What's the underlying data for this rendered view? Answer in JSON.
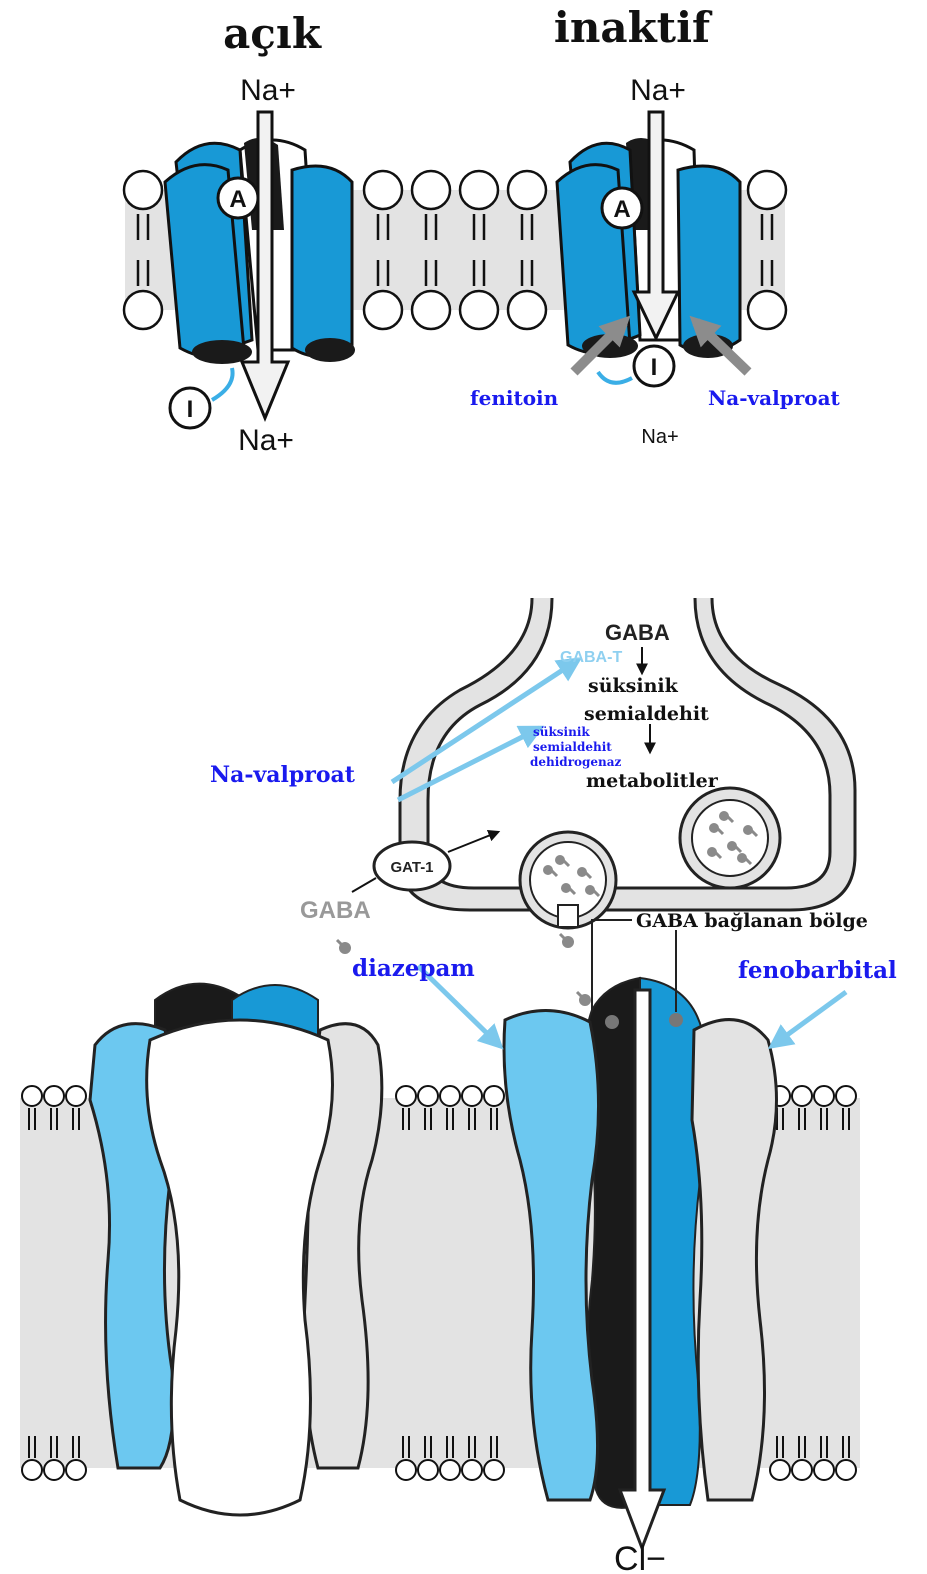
{
  "colors": {
    "channel_blue": "#1899d6",
    "light_blue": "#6cc8f0",
    "light_gray": "#e3e3e3",
    "drug_blue": "#1a1aee",
    "arrow_blue": "#7cc8ec",
    "dark": "#1a1a1a",
    "gray_arrow": "#8c8c8c"
  },
  "sodium_channel": {
    "open_state": {
      "title": "açık",
      "ion_top": "Na+",
      "ion_bottom": "Na+",
      "gate_a": "A",
      "gate_i": "I"
    },
    "inactive_state": {
      "title": "inaktif",
      "ion_top": "Na+",
      "ion_bottom": "Na+",
      "gate_a": "A",
      "gate_i": "I",
      "drug_left": "fenitoin",
      "drug_right": "Na-valproat"
    }
  },
  "gaba_synapse": {
    "gaba": "GABA",
    "gaba_t": "GABA-T",
    "succinic_1": "süksinik",
    "succinic_2": "semialdehit",
    "dehydrogenase_1": "süksinik",
    "dehydrogenase_2": "semialdehit",
    "dehydrogenase_3": "dehidrogenaz",
    "metabolites": "metabolitler",
    "drug": "Na-valproat",
    "transporter": "GAT-1",
    "extracellular_gaba": "GABA"
  },
  "gaba_receptor": {
    "binding_site": "GABA bağlanan bölge",
    "drug_left": "diazepam",
    "drug_right": "fenobarbital",
    "ion": "Cl−"
  },
  "icons": [
    "lipid-head-icon",
    "vesicle-icon",
    "arrow-icon"
  ]
}
